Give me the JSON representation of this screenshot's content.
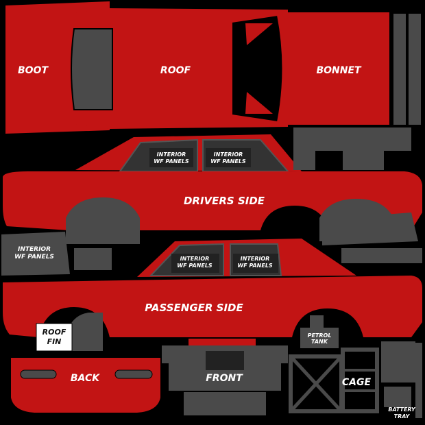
{
  "colors": {
    "body_red": "#c21414",
    "panel_grey": "#4a4a4a",
    "dark_grey": "#333333",
    "background": "#000000",
    "label_white": "#ffffff"
  },
  "labels": {
    "boot": "BOOT",
    "roof": "ROOF",
    "bonnet": "BONNET",
    "drivers_side": "DRIVERS SIDE",
    "passenger_side": "PASSENGER SIDE",
    "interior_wf_panels": "INTERIOR",
    "interior_wf_panels_2": "WF PANELS",
    "roof_fin_1": "ROOF",
    "roof_fin_2": "FIN",
    "back": "BACK",
    "front": "FRONT",
    "cage": "CAGE",
    "petrol_tank_1": "PETROL",
    "petrol_tank_2": "TANK",
    "battery_tray_1": "BATTERY",
    "battery_tray_2": "TRAY"
  }
}
